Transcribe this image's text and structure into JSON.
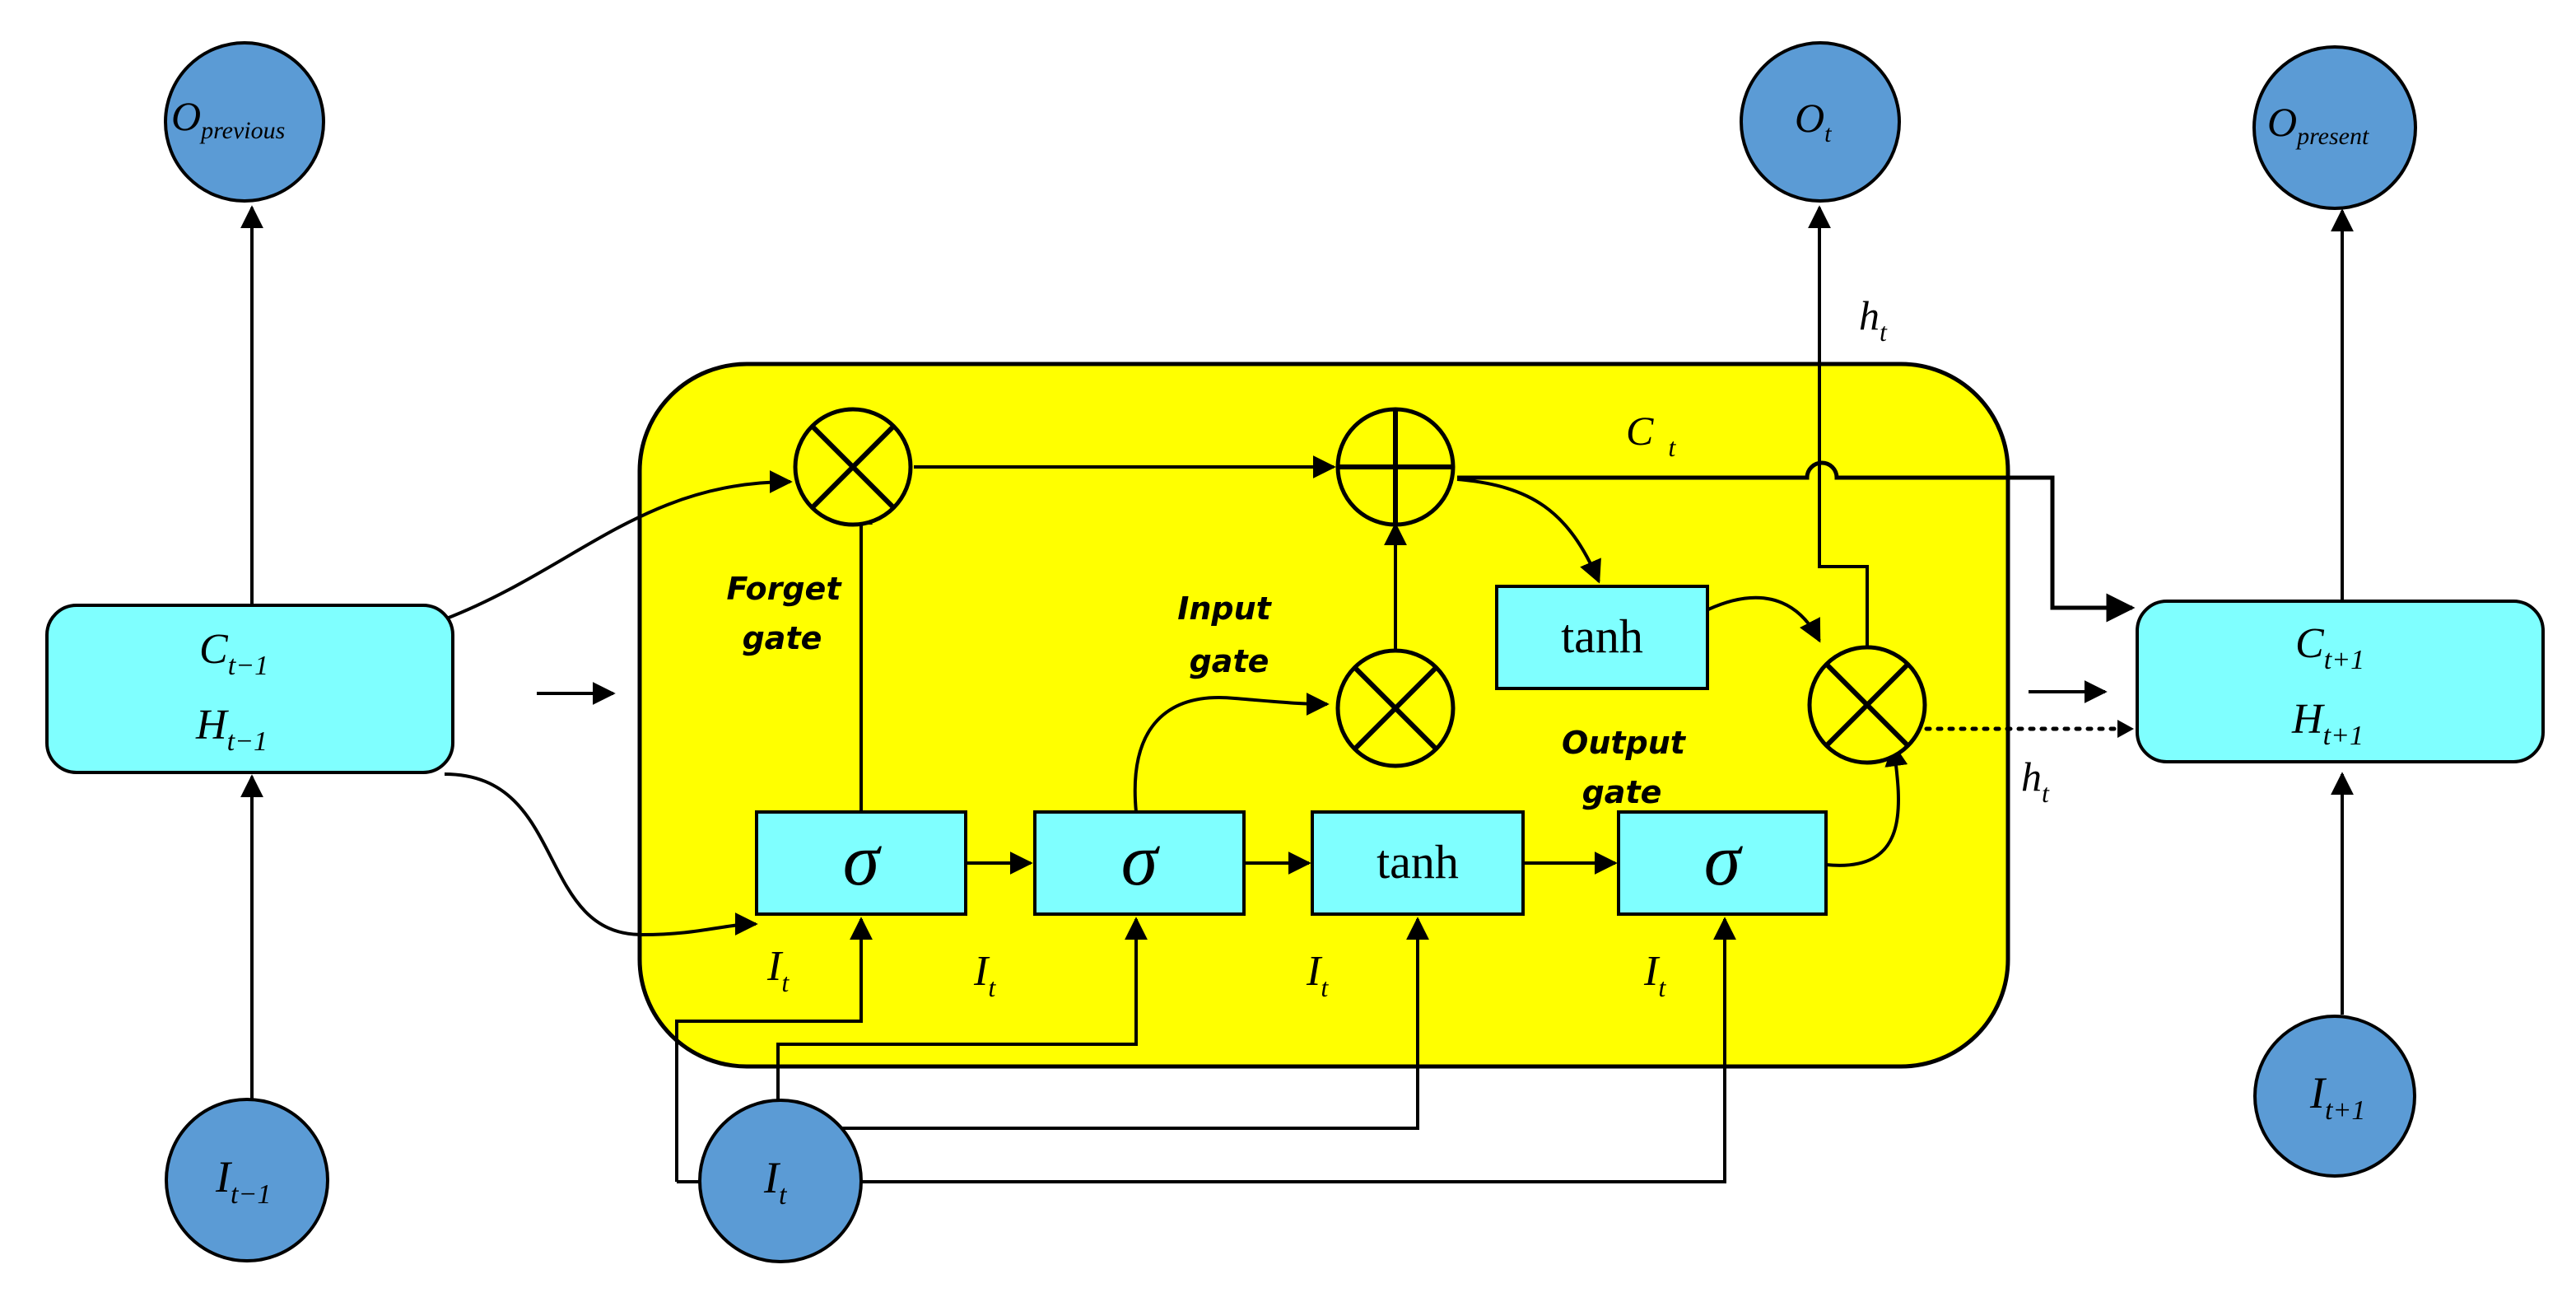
{
  "colors": {
    "cell_background": "#FFFF00",
    "state_box": "#7FFFFF",
    "node_circle": "#5B9BD5",
    "stroke": "#000000"
  },
  "nodes": {
    "o_previous": {
      "main": "O",
      "sub": "previous"
    },
    "o_t": {
      "main": "O",
      "sub": "t"
    },
    "o_present": {
      "main": "O",
      "sub": "present"
    },
    "i_prev": {
      "main": "I",
      "sub": "t−1"
    },
    "i_t": {
      "main": "I",
      "sub": "t"
    },
    "i_next": {
      "main": "I",
      "sub": "t+1"
    }
  },
  "state_boxes": {
    "prev": {
      "c_main": "C",
      "c_sub": "t−1",
      "h_main": "H",
      "h_sub": "t−1"
    },
    "next": {
      "c_main": "C",
      "c_sub": "t+1",
      "h_main": "H",
      "h_sub": "t+1"
    }
  },
  "gates": {
    "sigma1": "σ",
    "sigma2": "σ",
    "tanh1": "tanh",
    "sigma3": "σ",
    "tanh2": "tanh"
  },
  "gate_labels": {
    "forget_line1": "Forget",
    "forget_line2": "gate",
    "input_line1": "Input",
    "input_line2": "gate",
    "output_line1": "Output",
    "output_line2": "gate"
  },
  "inline_labels": {
    "ht_top": {
      "main": "h",
      "sub": "t"
    },
    "ht_right": {
      "main": "h",
      "sub": "t"
    },
    "ct": {
      "main": "C",
      "sub": "t"
    },
    "it_1": {
      "main": "I",
      "sub": "t"
    },
    "it_2": {
      "main": "I",
      "sub": "t"
    },
    "it_3": {
      "main": "I",
      "sub": "t"
    },
    "it_4": {
      "main": "I",
      "sub": "t"
    }
  }
}
